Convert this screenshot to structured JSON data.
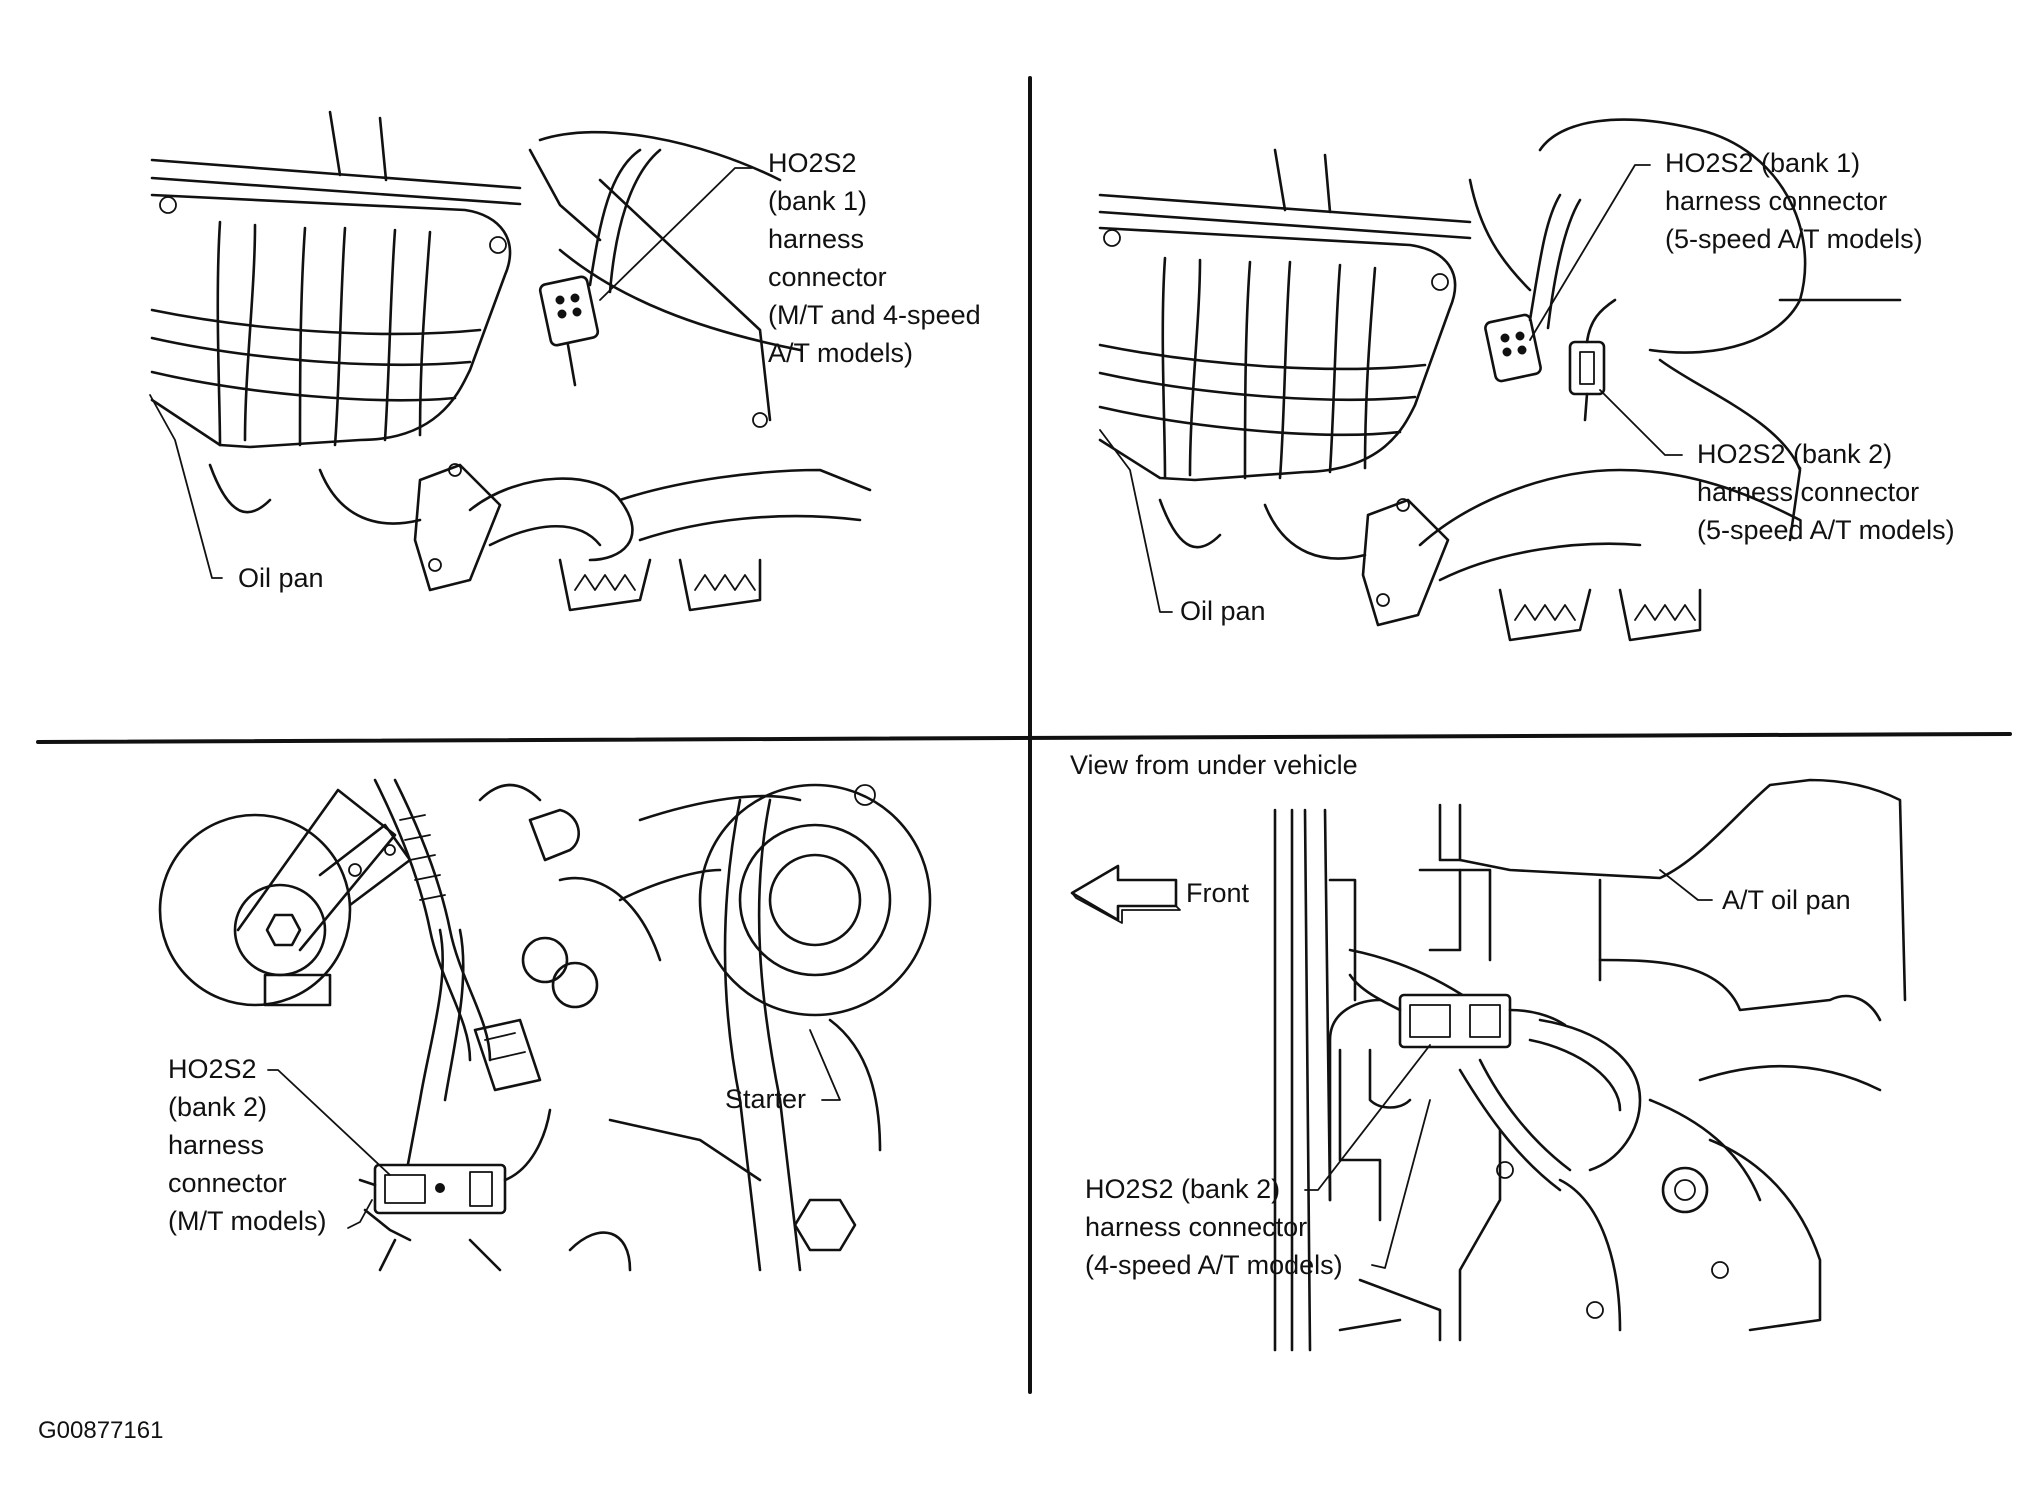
{
  "figure": {
    "code": "G00877161"
  },
  "panels": {
    "top_left": {
      "connector_label": [
        "HO2S2",
        "(bank 1)",
        "harness",
        "connector",
        "(M/T and 4-speed",
        "A/T models)"
      ],
      "oil_pan": "Oil pan"
    },
    "top_right": {
      "bank1_label": [
        "HO2S2 (bank 1)",
        "harness connector",
        "(5-speed A/T models)"
      ],
      "bank2_label": [
        "HO2S2 (bank 2)",
        "harness connector",
        "(5-speed A/T models)"
      ],
      "oil_pan": "Oil pan"
    },
    "bottom_left": {
      "connector_label": [
        "HO2S2",
        "(bank 2)",
        "harness",
        "connector",
        "(M/T models)"
      ],
      "starter": "Starter"
    },
    "bottom_right": {
      "view_title": "View from under vehicle",
      "front": "Front",
      "at_oil_pan": "A/T oil pan",
      "connector_label": [
        "HO2S2 (bank 2)",
        "harness connector",
        "(4-speed A/T models)"
      ]
    }
  }
}
